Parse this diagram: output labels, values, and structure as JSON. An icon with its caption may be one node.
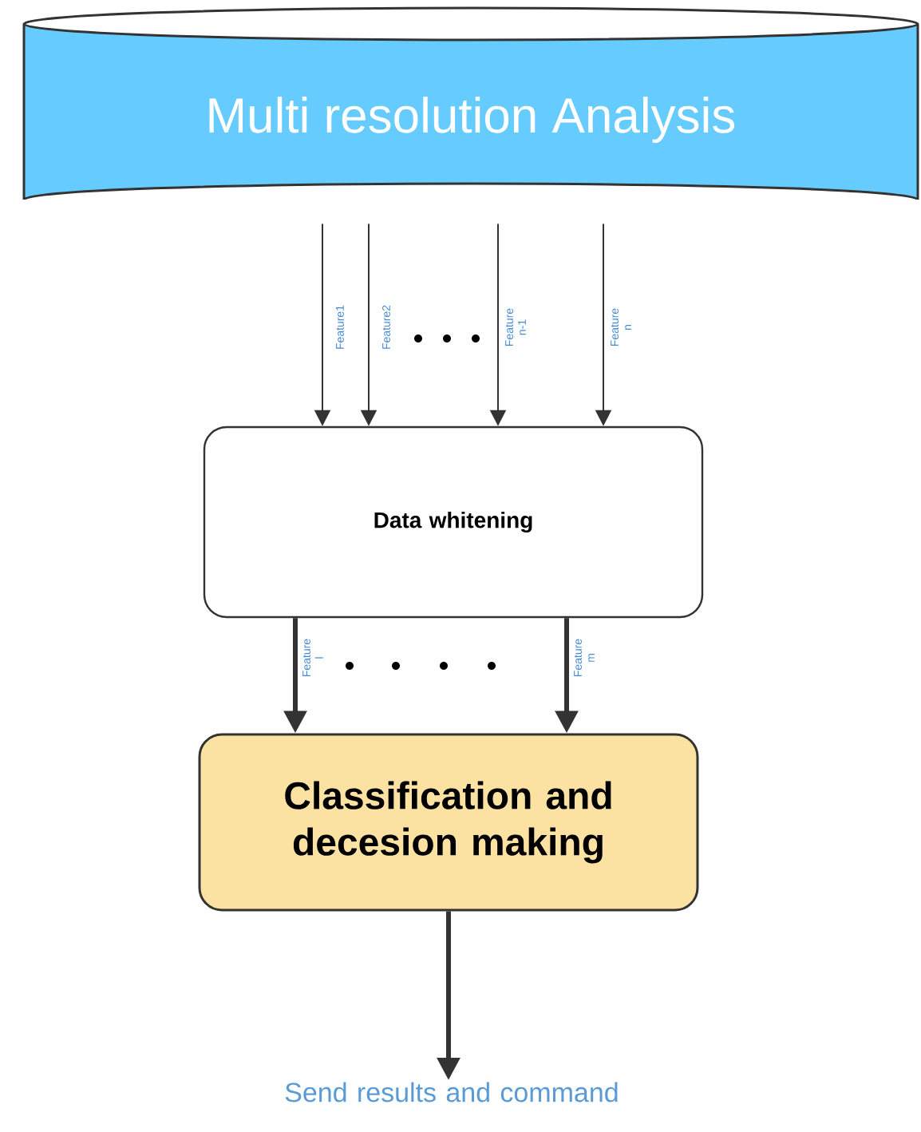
{
  "diagram": {
    "nodes": [
      {
        "text": [
          "Multi resolution Analysis"
        ]
      },
      {
        "text": [
          "Data whitening"
        ]
      },
      {
        "text": [
          "Classification and decesion making"
        ]
      },
      {
        "text": [
          "Send results and command"
        ]
      }
    ],
    "edges": [
      {
        "from": 0,
        "to": 1,
        "arrow": "to",
        "label": "Feature1"
      },
      {
        "from": 0,
        "to": 1,
        "arrow": "to",
        "label": "Feature2"
      },
      {
        "from": 0,
        "to": 1,
        "arrow": "to",
        "label": "Feature n-1"
      },
      {
        "from": 0,
        "to": 1,
        "arrow": "to",
        "label": "Feature n"
      },
      {
        "from": 1,
        "to": 2,
        "arrow": "to",
        "label": "Feature l",
        "style": "thick"
      },
      {
        "from": 1,
        "to": 2,
        "arrow": "to",
        "label": "Feature m",
        "style": "thick"
      },
      {
        "from": 2,
        "to": 3,
        "arrow": "to",
        "style": "thick"
      }
    ]
  }
}
